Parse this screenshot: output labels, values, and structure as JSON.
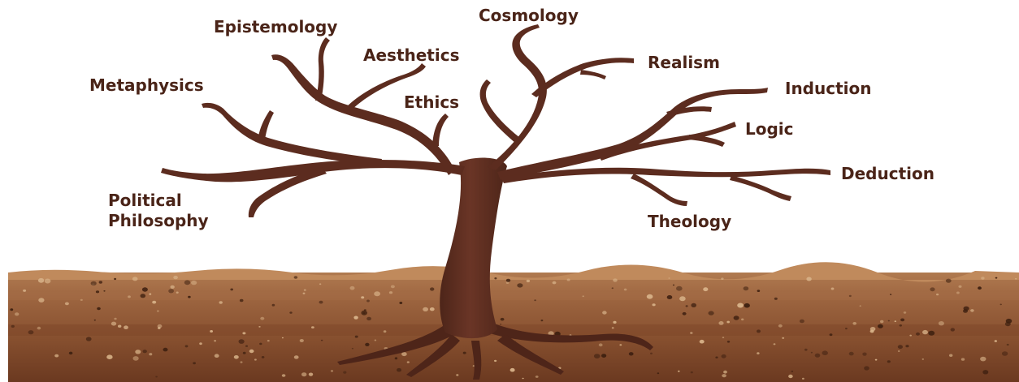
{
  "diagram": {
    "labels": {
      "epistemology": "Epistemology",
      "cosmology": "Cosmology",
      "aesthetics": "Aesthetics",
      "realism": "Realism",
      "metaphysics": "Metaphysics",
      "ethics": "Ethics",
      "induction": "Induction",
      "logic": "Logic",
      "deduction": "Deduction",
      "political_philosophy": [
        "Political",
        "Philosophy"
      ],
      "theology": "Theology"
    },
    "colors": {
      "label_text": "#4a2418",
      "trunk": "#5e2e20",
      "trunk_shade": "#4a2419",
      "soil_top": "#a26a42",
      "soil_mid": "#8e5634",
      "soil_deep": "#6f3b22",
      "soil_edge": "#c59064",
      "pebble_light": "#d9b48a",
      "pebble_dark": "#3e2010"
    }
  }
}
